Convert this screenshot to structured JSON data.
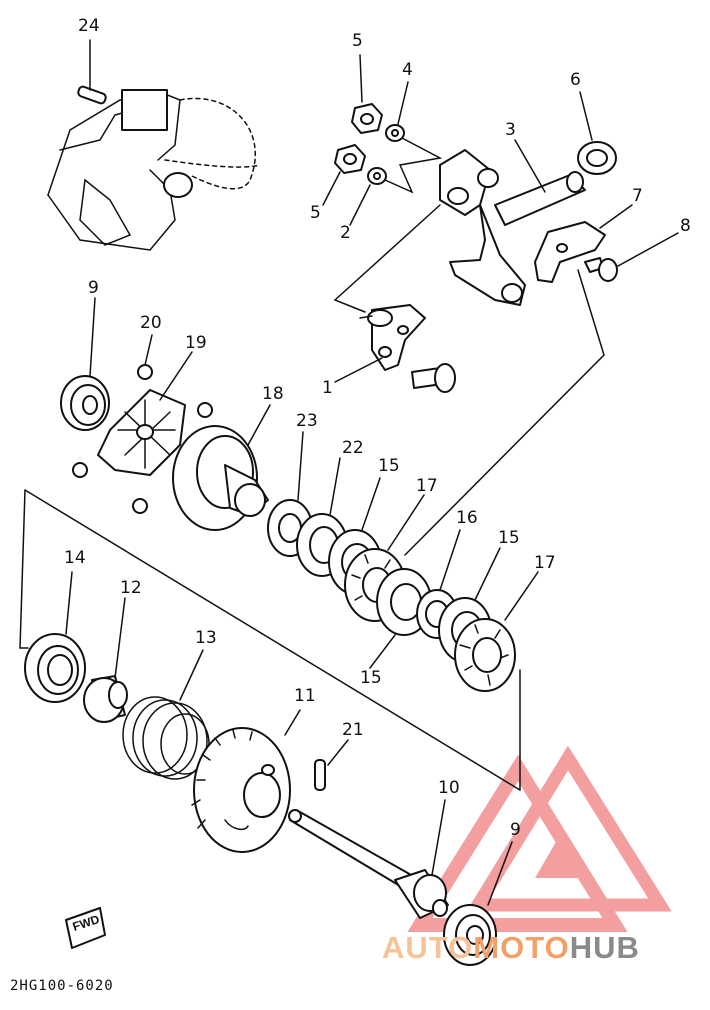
{
  "callouts": [
    {
      "id": "c24a",
      "label": "24"
    },
    {
      "id": "c5a",
      "label": "5"
    },
    {
      "id": "c4",
      "label": "4"
    },
    {
      "id": "c6",
      "label": "6"
    },
    {
      "id": "c3",
      "label": "3"
    },
    {
      "id": "c5b",
      "label": "5"
    },
    {
      "id": "c2",
      "label": "2"
    },
    {
      "id": "c7",
      "label": "7"
    },
    {
      "id": "c8",
      "label": "8"
    },
    {
      "id": "c9a",
      "label": "9"
    },
    {
      "id": "c20",
      "label": "20"
    },
    {
      "id": "c19",
      "label": "19"
    },
    {
      "id": "c1",
      "label": "1"
    },
    {
      "id": "c18",
      "label": "18"
    },
    {
      "id": "c23",
      "label": "23"
    },
    {
      "id": "c22",
      "label": "22"
    },
    {
      "id": "c15a",
      "label": "15"
    },
    {
      "id": "c17a",
      "label": "17"
    },
    {
      "id": "c16",
      "label": "16"
    },
    {
      "id": "c15b",
      "label": "15"
    },
    {
      "id": "c17b",
      "label": "17"
    },
    {
      "id": "c15c",
      "label": "15"
    },
    {
      "id": "c14",
      "label": "14"
    },
    {
      "id": "c12",
      "label": "12"
    },
    {
      "id": "c13",
      "label": "13"
    },
    {
      "id": "c11",
      "label": "11"
    },
    {
      "id": "c21",
      "label": "21"
    },
    {
      "id": "c10",
      "label": "10"
    },
    {
      "id": "c9b",
      "label": "9"
    }
  ],
  "diagram_code": "2HG100-6020",
  "fwd_label": "FWD",
  "watermark": {
    "part1": "AUTO",
    "part2": "MOTO",
    "part3": "HUB"
  },
  "colors": {
    "line": "#111111",
    "watermark_red": "#f08080",
    "watermark_orange": "#f2a06a",
    "watermark_gray": "#8a8a8a"
  }
}
